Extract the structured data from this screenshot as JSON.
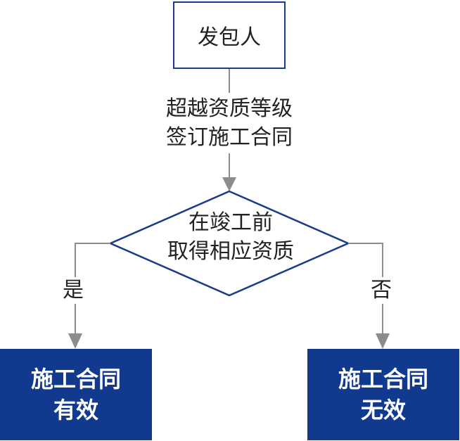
{
  "diagram": {
    "start_node": {
      "label": "发包人"
    },
    "edge_label": {
      "line1": "超越资质等级",
      "line2": "签订施工合同"
    },
    "decision": {
      "line1": "在竣工前",
      "line2": "取得相应资质"
    },
    "branch_yes": {
      "label": "是"
    },
    "branch_no": {
      "label": "否"
    },
    "result_valid": {
      "line1": "施工合同",
      "line2": "有效"
    },
    "result_invalid": {
      "line1": "施工合同",
      "line2": "无效"
    }
  },
  "colors": {
    "node_border": "#1a3a8a",
    "result_fill": "#113a8f",
    "connector": "#8c8c8c",
    "text": "#222222"
  }
}
